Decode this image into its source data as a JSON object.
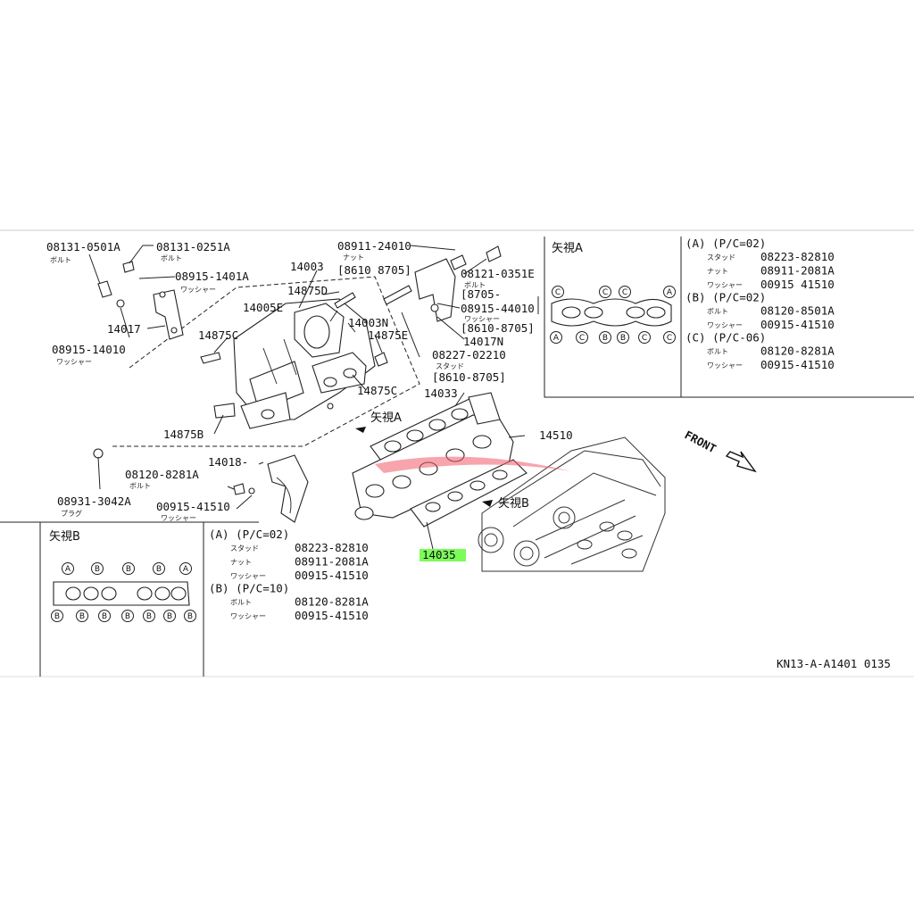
{
  "labels": {
    "p08131_0501A": "08131-0501A",
    "p08131_0501A_sub": "ボルト",
    "p08131_0251A": "08131-0251A",
    "p08131_0251A_sub": "ボルト",
    "p08915_1401A": "08915-1401A",
    "p08915_1401A_sub": "ワッシャー",
    "p14017": "14017",
    "p08915_14010": "08915-14010",
    "p08915_14010_sub": "ワッシャー",
    "p14003": "14003",
    "p14875D": "14875D",
    "p14005E": "14005E",
    "p14003N": "14003N",
    "p14875E": "14875E",
    "p14875C_a": "14875C",
    "p14875C_b": "14875C",
    "p14875B": "14875B",
    "p08911_24010": "08911-24010",
    "p08911_24010_sub": "ナット",
    "p8610_8705_a": "[8610  8705]",
    "p08121_0351E": "08121-0351E",
    "p08121_0351E_sub": "ボルト",
    "p8705_": "[8705-",
    "p08915_44010": "08915-44010",
    "p08915_44010_sub": "ワッシャー",
    "p8610_8705_b": "[8610-8705]",
    "p14017N": "14017N",
    "p08227_02210": "08227-02210",
    "p08227_02210_sub": "スタッド",
    "p8610_8705_c": "[8610-8705]",
    "p14033": "14033",
    "yashiA_arrow": "矢視A",
    "p14510": "14510",
    "p08120_8281A": "08120-8281A",
    "p08120_8281A_sub": "ボルト",
    "p14018": "14018-",
    "p08931_3042A": "08931-3042A",
    "p08931_3042A_sub": "プラグ",
    "p00915_41510": "00915-41510",
    "p00915_41510_sub": "ワッシャー",
    "yashiB_arrow": "矢視B",
    "p14035": "14035",
    "front": "FRONT",
    "code": "KN13-A-A1401 0135"
  },
  "panelA": {
    "title": "矢視A",
    "top_letters": [
      "C",
      "C",
      "C",
      "A"
    ],
    "bottom_letters": [
      "A",
      "C",
      "B",
      "B",
      "C",
      "C"
    ],
    "groups": [
      {
        "head": "(A) (P/C=02)",
        "rows": [
          {
            "kana": "スタッド",
            "pn": "08223-82810"
          },
          {
            "kana": "ナット",
            "pn": "08911-2081A"
          },
          {
            "kana": "ワッシャー",
            "pn": "00915 41510"
          }
        ]
      },
      {
        "head": "(B) (P/C=02)",
        "rows": [
          {
            "kana": "ボルト",
            "pn": "08120-8501A"
          },
          {
            "kana": "ワッシャー",
            "pn": "00915-41510"
          }
        ]
      },
      {
        "head": "(C) (P/C-06)",
        "rows": [
          {
            "kana": "ボルト",
            "pn": "08120-8281A"
          },
          {
            "kana": "ワッシャー",
            "pn": "00915-41510"
          }
        ]
      }
    ]
  },
  "panelB": {
    "title": "矢視B",
    "top_letters": [
      "A",
      "B",
      "B",
      "B",
      "A"
    ],
    "bottom_letters": [
      "B",
      "B",
      "B",
      "B",
      "B",
      "B",
      "B"
    ],
    "groups": [
      {
        "head": "(A) (P/C=02)",
        "rows": [
          {
            "kana": "スタッド",
            "pn": "08223-82810"
          },
          {
            "kana": "ナット",
            "pn": "08911-2081A"
          },
          {
            "kana": "ワッシャー",
            "pn": "00915-41510"
          }
        ]
      },
      {
        "head": "(B) (P/C=10)",
        "rows": [
          {
            "kana": "ボルト",
            "pn": "08120-8281A"
          },
          {
            "kana": "ワッシャー",
            "pn": "00915-41510"
          }
        ]
      }
    ]
  },
  "colors": {
    "highlight": "#7CFC5A",
    "watermark": "#f05a6a"
  }
}
